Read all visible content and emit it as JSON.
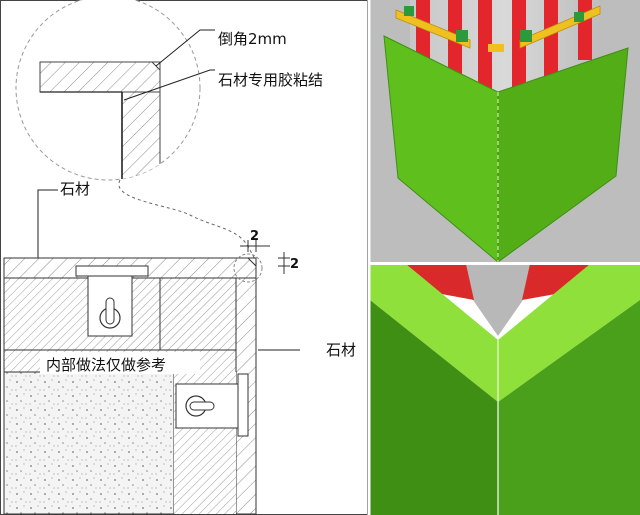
{
  "left_drawing": {
    "callout_chamfer": "倒角2mm",
    "callout_glue": "石材专用胶粘结",
    "label_stone_top": "石材",
    "label_stone_right": "石材",
    "label_interior": "内部做法仅做参考",
    "dim_top": "2",
    "dim_right": "2"
  },
  "colors": {
    "stone_green": "#5fbf1c",
    "stone_green_light": "#8fe03a",
    "stone_green_dark": "#3f8f15",
    "column_gray": "#b8b8b8",
    "stripe_red": "#e2262b",
    "clip_yellow": "#f0c020"
  }
}
